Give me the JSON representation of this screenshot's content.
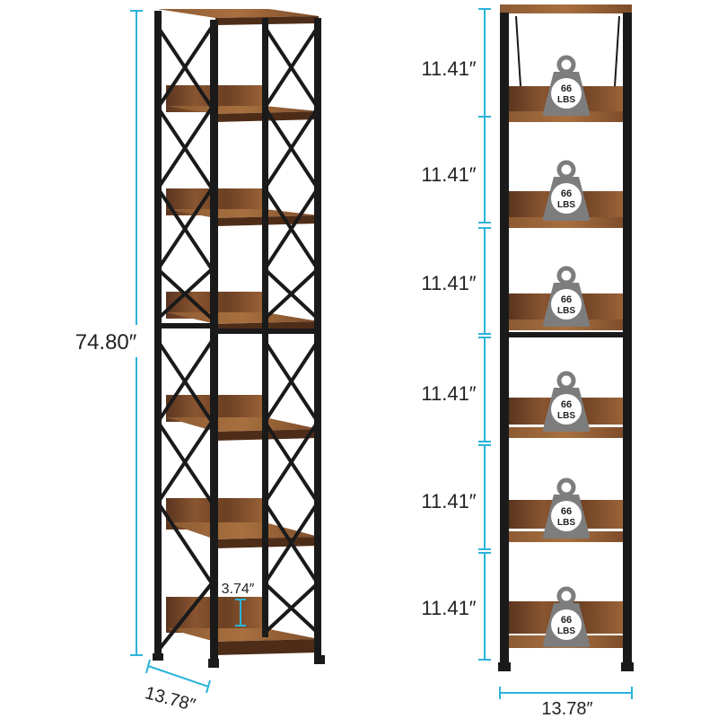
{
  "colors": {
    "frame": "#1a1a1a",
    "wood": "#7a4a2a",
    "wood_dark": "#4e2d18",
    "wood_light": "#a06a40",
    "dimension_line": "#2bb3d9",
    "weight_icon": "#7d7d7d",
    "text": "#222222"
  },
  "icons": {
    "weight": "kettlebell-weight-icon"
  },
  "dimensions": {
    "total_height": "74.80″",
    "depth": "13.78″",
    "bottom_gap": "3.74″",
    "front_width": "13.78″",
    "shelf_spacing": [
      "11.41″",
      "11.41″",
      "11.41″",
      "11.41″",
      "11.41″",
      "11.41″"
    ]
  },
  "weight_capacity": {
    "value": "66",
    "unit": "LBS",
    "count": 6
  }
}
